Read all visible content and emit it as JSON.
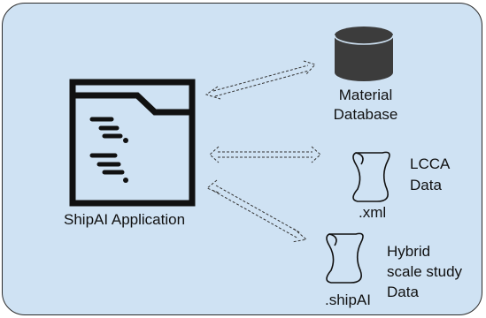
{
  "diagram": {
    "app_label": "ShipAI Application",
    "database": {
      "line1": "Material",
      "line2": "Database"
    },
    "lcca": {
      "line1": "LCCA",
      "line2": "Data",
      "extension": ".xml"
    },
    "hybrid": {
      "line1": "Hybrid",
      "line2": "scale study",
      "line3": "Data",
      "extension": ".shipAI"
    },
    "icons": {
      "app": "folder-document-icon",
      "database": "database-cylinder-icon",
      "lcca_file": "file-scroll-icon",
      "hybrid_file": "file-scroll-icon",
      "arrows": "double-headed-dashed-arrow"
    },
    "colors": {
      "panel": "#cfe2f3",
      "ink": "#111111",
      "database": "#3c3c3c"
    }
  }
}
